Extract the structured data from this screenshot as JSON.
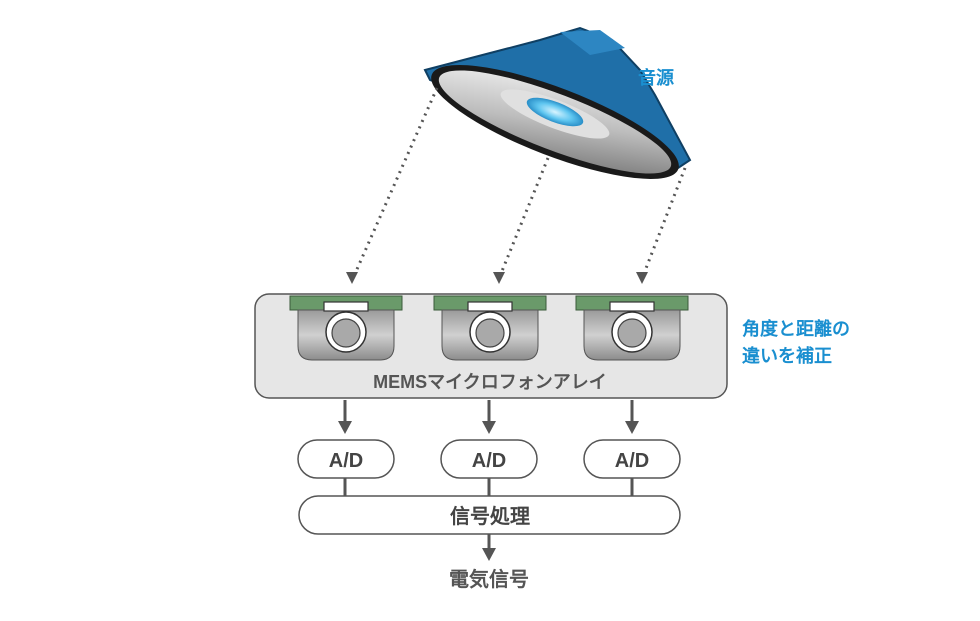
{
  "source_label": "音源",
  "correction_label_line1": "角度と距離の",
  "correction_label_line2": "違いを補正",
  "array_label": "MEMSマイクロフォンアレイ",
  "adc_labels": [
    "A/D",
    "A/D",
    "A/D"
  ],
  "processing_label": "信号処理",
  "output_label": "電気信号",
  "colors": {
    "accent_text": "#1a8fd0",
    "speaker_blue": "#1f6fa8",
    "array_fill": "#e6e6e6",
    "mic_green": "#6a9a6a",
    "arrow_gray": "#555555"
  }
}
